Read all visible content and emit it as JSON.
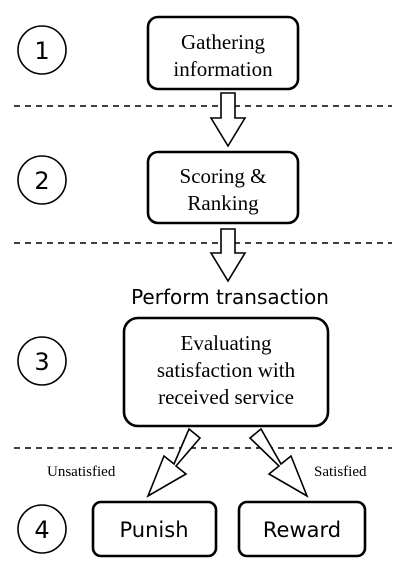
{
  "stages": [
    {
      "number": "1",
      "box_lines": [
        "Gathering",
        "information"
      ]
    },
    {
      "number": "2",
      "box_lines": [
        "Scoring &",
        "Ranking"
      ]
    },
    {
      "number": "3",
      "box_lines": [
        "Evaluating",
        "satisfaction with",
        "received service"
      ]
    },
    {
      "number": "4"
    }
  ],
  "transaction_label": "Perform transaction",
  "outcomes": {
    "punish": "Punish",
    "reward": "Reward",
    "unsatisfied": "Unsatisfied",
    "satisfied": "Satisfied"
  }
}
